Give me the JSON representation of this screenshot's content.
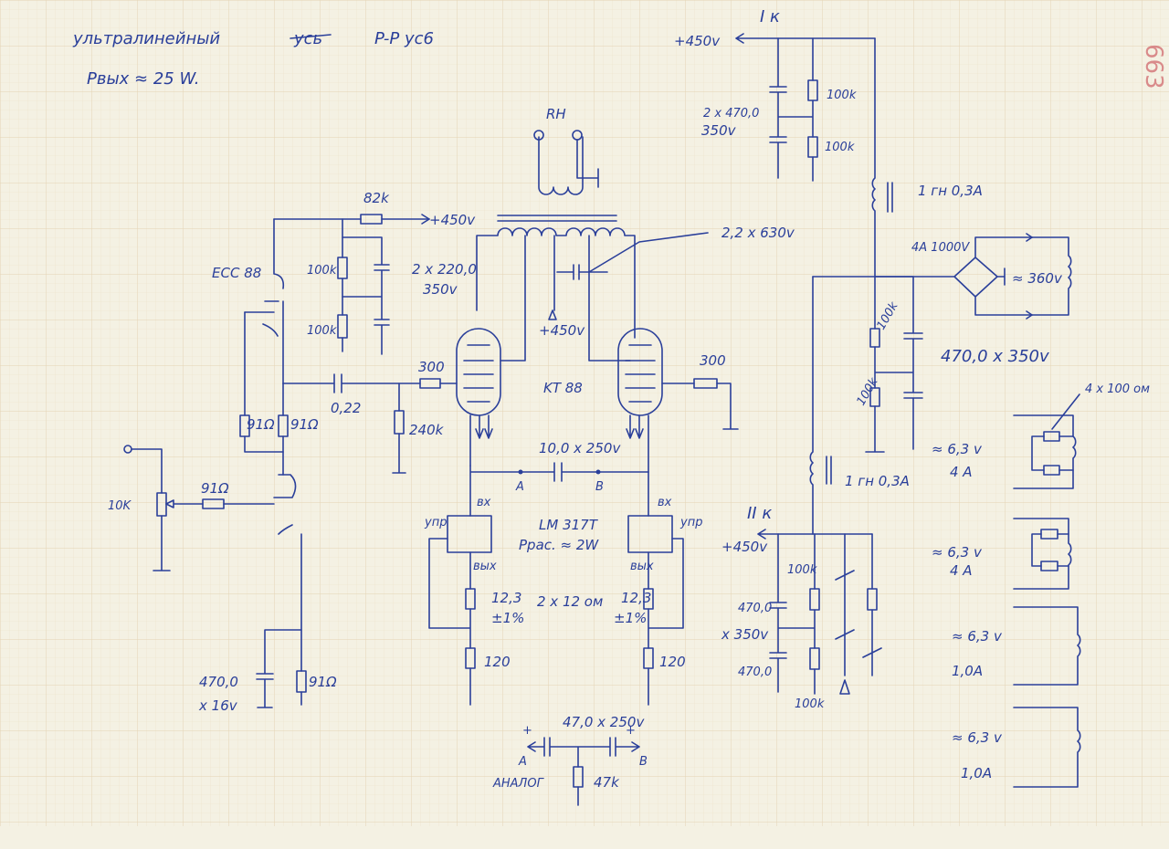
{
  "colors": {
    "paper": "#f4f1e3",
    "grid": "#e7d9bd",
    "ink": "#2a3f9a",
    "stamp": "#d98a8a"
  },
  "texts": {
    "title_line1": "ультралинейный",
    "title_struck": "усь",
    "title_line1b": "P-P ус6",
    "title_line2": "Pвых ≈ 25 W.",
    "page_number": "663",
    "rh": "RH",
    "r82k": "82k",
    "plus450_top": "+450v",
    "ecc88": "ECC 88",
    "c2x220": "2 x 220,0",
    "v350_a": "350v",
    "r100k_a": "100k",
    "r100k_b": "100k",
    "plus450_mid": "+450v",
    "c22x630": "2,2 x 630v",
    "kt88": "KT 88",
    "r300_l": "300",
    "r300_r": "300",
    "c022": "0,22",
    "r240k": "240k",
    "r91_a": "91Ω",
    "r91_b": "91Ω",
    "r91_c": "91Ω",
    "r91_d": "91Ω",
    "pot10k": "10K",
    "c10x250": "10,0 x 250v",
    "nodeA": "A",
    "nodeB": "B",
    "lm317": "LM 317T",
    "prac": "Ррас. ≈ 2W",
    "upr_l": "упр",
    "upr_r": "упр",
    "vx_l": "вх",
    "vx_r": "вх",
    "vyx_l": "вых",
    "vyx_r": "вых",
    "r123_l": "12,3",
    "r123_r": "12,3",
    "r2x12": "2 x 12 ом",
    "tol_l": "±1%",
    "tol_r": "±1%",
    "r120_l": "120",
    "r120_r": "120",
    "c470_16": "470,0",
    "v16": "x 16v",
    "c47_250": "47,0 x 250v",
    "analog": "АНАЛОГ",
    "r47k": "47k",
    "plusA": "+",
    "plusB": "+",
    "IK": "I к",
    "plus450_ik": "+450v",
    "c2x470": "2 x 470,0",
    "v350_b": "350v",
    "r100k_c": "100k",
    "r100k_d": "100k",
    "choke1": "1 гн 0,3А",
    "bridge": "4A 1000V",
    "ac360": "≈ 360v",
    "c470x350": "470,0 x 350v",
    "r100k_e": "100k",
    "r100k_f": "100k",
    "choke2": "1 гн 0,3А",
    "IIK": "II к",
    "plus450_iik": "+450v",
    "c470_a": "470,0",
    "v350_c": "x 350v",
    "c470_b": "470,0",
    "r100k_g": "100k",
    "r100k_h": "100k",
    "r4x100": "4 x 100 ом",
    "ac63_1": "≈ 6,3 v",
    "a4_1": "4 A",
    "ac63_2": "≈ 6,3 v",
    "a4_2": "4 A",
    "ac63_3": "≈ 6,3 v",
    "a10_1": "1,0А",
    "ac63_4": "≈ 6,3 v",
    "a10_2": "1,0А"
  }
}
